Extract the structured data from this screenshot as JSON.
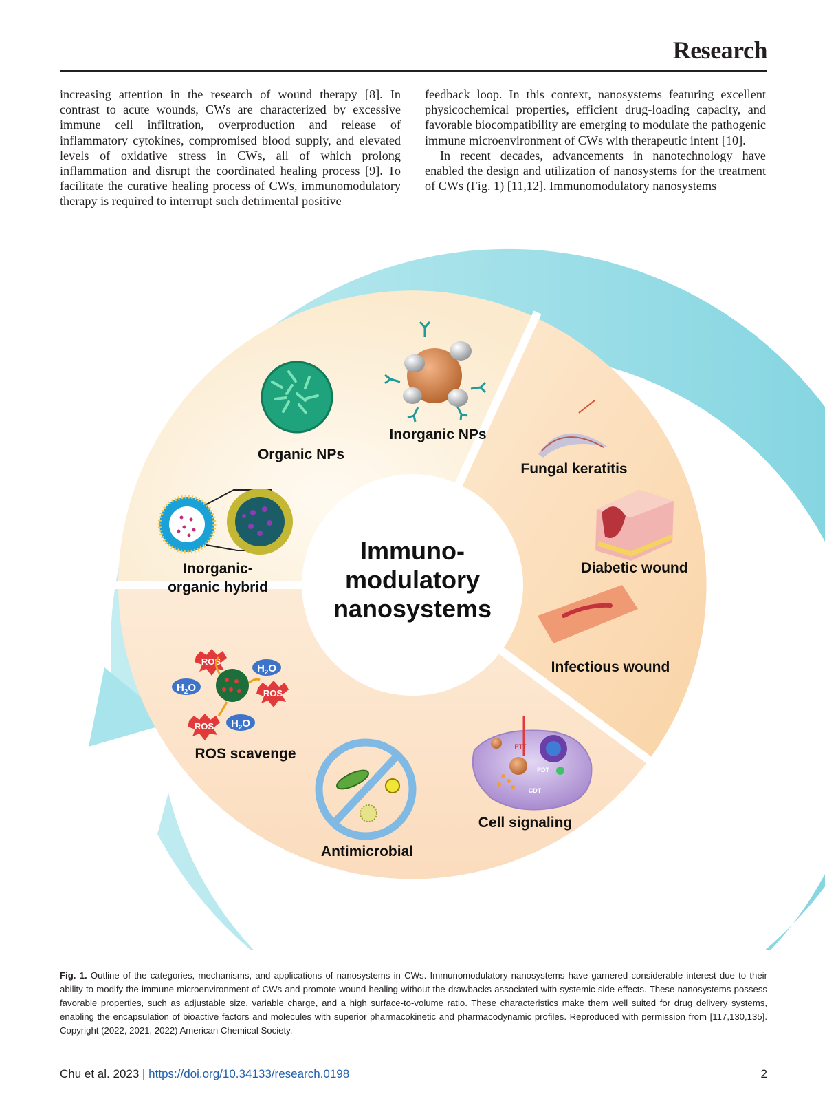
{
  "header": {
    "journal": "Research"
  },
  "body": {
    "left_column": "increasing attention in the research of wound therapy [8]. In contrast to acute wounds, CWs are characterized by excessive immune cell infiltration, overproduction and release of inflammatory cytokines, compromised blood supply, and elevated levels of oxidative stress in CWs, all of which prolong inflammation and disrupt the coordinated healing process [9]. To facilitate the curative healing process of CWs, immunomodulatory therapy is required to interrupt such detrimental positive",
    "right_column_p1": "feedback loop. In this context, nanosystems featuring excellent physicochemical properties, efficient drug-loading capacity, and favorable biocompatibility are emerging to modulate the pathogenic immune microenvironment of CWs with therapeutic intent [10].",
    "right_column_p2": "In recent decades, advancements in nanotechnology have enabled the design and utilization of nanosystems for the treatment of CWs (Fig. 1) [11,12]. Immunomodulatory nanosystems"
  },
  "figure": {
    "center_line1": "Immuno-",
    "center_line2": "modulatory",
    "center_line3": "nanosystems",
    "labels": {
      "organic_nps": "Organic NPs",
      "inorganic_nps": "Inorganic NPs",
      "hybrid_line1": "Inorganic-",
      "hybrid_line2": "organic hybrid",
      "fungal_keratitis": "Fungal keratitis",
      "diabetic_wound": "Diabetic wound",
      "infectious_wound": "Infectious wound",
      "ros_scavenge": "ROS scavenge",
      "antimicrobial": "Antimicrobial",
      "cell_signaling": "Cell signaling"
    },
    "ros_tag": "ROS",
    "h2o_main": "H",
    "h2o_sub": "2",
    "h2o_end": "O",
    "cell_tags": {
      "ptt": "PTT",
      "pdt": "PDT",
      "cdt": "CDT"
    },
    "colors": {
      "ring": "#8fd9e3",
      "sector_top": "#fcefd9",
      "sector_right": "#fbe1c2",
      "sector_bottom": "#fde6cd"
    }
  },
  "caption": {
    "label": "Fig. 1.",
    "text": "Outline of the categories, mechanisms, and applications of nanosystems in CWs. Immunomodulatory nanosystems have garnered considerable interest due to their ability to modify the immune microenvironment of CWs and promote wound healing without the drawbacks associated with systemic side effects. These nanosystems possess favorable properties, such as adjustable size, variable charge, and a high surface-to-volume ratio. These characteristics make them well suited for drug delivery systems, enabling the encapsulation of bioactive factors and molecules with superior pharmacokinetic and pharmacodynamic profiles. Reproduced with permission from [117,130,135]. Copyright (2022, 2021, 2022) American Chemical Society."
  },
  "footer": {
    "citation": "Chu et al. 2023 | ",
    "doi": "https://doi.org/10.34133/research.0198",
    "page": "2"
  }
}
